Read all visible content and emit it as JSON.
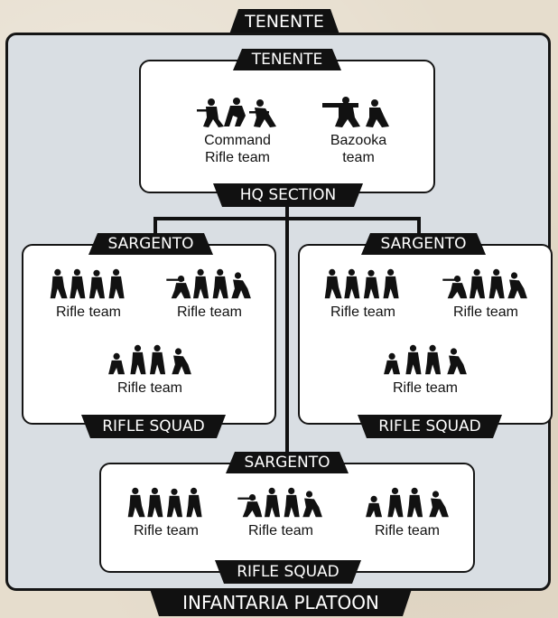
{
  "top_title": "TENENTE",
  "bottom_title": "INFANTARIA PLATOON",
  "hq": {
    "header": "TENENTE",
    "footer": "HQ SECTION",
    "units": [
      {
        "line1": "Command",
        "line2": "Rifle team",
        "icon": "command-team-silhouette-icon"
      },
      {
        "line1": "Bazooka",
        "line2": "team",
        "icon": "bazooka-team-silhouette-icon"
      }
    ]
  },
  "squads": [
    {
      "header": "SARGENTO",
      "footer": "RIFLE SQUAD",
      "units": [
        "Rifle team",
        "Rifle team",
        "Rifle team"
      ]
    },
    {
      "header": "SARGENTO",
      "footer": "RIFLE SQUAD",
      "units": [
        "Rifle team",
        "Rifle team",
        "Rifle team"
      ]
    },
    {
      "header": "SARGENTO",
      "footer": "RIFLE SQUAD",
      "units": [
        "Rifle team",
        "Rifle team",
        "Rifle team"
      ]
    }
  ]
}
